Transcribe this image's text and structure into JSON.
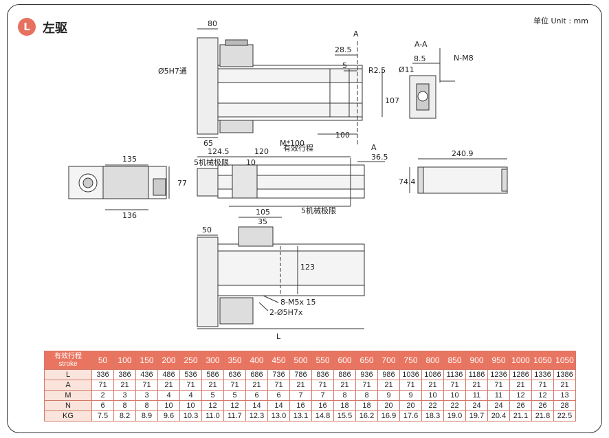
{
  "header": {
    "badge": "L",
    "title": "左驱",
    "unit": "单位 Unit : mm"
  },
  "drawing": {
    "top_view": {
      "dims": [
        "80",
        "28.5",
        "5",
        "R2.5",
        "Ø5H7通",
        "107",
        "100",
        "65",
        "M*100",
        "A",
        "A"
      ]
    },
    "section_view": {
      "title": "A-A",
      "dims": [
        "8.5",
        "Ø11",
        "N-M8"
      ]
    },
    "side_view": {
      "dims": [
        "124.5",
        "120",
        "有效行程",
        "5机械极限",
        "10",
        "36.5",
        "5机械极限"
      ]
    },
    "end_view": {
      "dims": [
        "135",
        "77",
        "136"
      ]
    },
    "right_side": {
      "dims": [
        "240.9",
        "74.4"
      ]
    },
    "bottom_view": {
      "dims": [
        "50",
        "105",
        "35",
        "123",
        "8-M5x 15",
        "2-Ø5H7x",
        "L"
      ]
    }
  },
  "table": {
    "header_label_1": "有效行程",
    "header_label_2": "stroke",
    "strokes": [
      "50",
      "100",
      "150",
      "200",
      "250",
      "300",
      "350",
      "400",
      "450",
      "500",
      "550",
      "600",
      "650",
      "700",
      "750",
      "800",
      "850",
      "900",
      "950",
      "1000",
      "1050",
      "1050"
    ],
    "rows": [
      {
        "label": "L",
        "values": [
          "336",
          "386",
          "436",
          "486",
          "536",
          "586",
          "636",
          "686",
          "736",
          "786",
          "836",
          "886",
          "936",
          "986",
          "1036",
          "1086",
          "1136",
          "1186",
          "1236",
          "1286",
          "1336",
          "1386"
        ]
      },
      {
        "label": "A",
        "values": [
          "71",
          "21",
          "71",
          "21",
          "71",
          "21",
          "71",
          "21",
          "71",
          "21",
          "71",
          "21",
          "71",
          "21",
          "71",
          "21",
          "71",
          "21",
          "71",
          "21",
          "71",
          "21"
        ]
      },
      {
        "label": "M",
        "values": [
          "2",
          "3",
          "3",
          "4",
          "4",
          "5",
          "5",
          "6",
          "6",
          "7",
          "7",
          "8",
          "8",
          "9",
          "9",
          "10",
          "10",
          "11",
          "11",
          "12",
          "12",
          "13"
        ]
      },
      {
        "label": "N",
        "values": [
          "6",
          "8",
          "8",
          "10",
          "10",
          "12",
          "12",
          "14",
          "14",
          "16",
          "16",
          "18",
          "18",
          "20",
          "20",
          "22",
          "22",
          "24",
          "24",
          "26",
          "26",
          "28"
        ]
      },
      {
        "label": "KG",
        "values": [
          "7.5",
          "8.2",
          "8.9",
          "9.6",
          "10.3",
          "11.0",
          "11.7",
          "12.3",
          "13.0",
          "13.1",
          "14.8",
          "15.5",
          "16.2",
          "16.9",
          "17.6",
          "18.3",
          "19.0",
          "19.7",
          "20.4",
          "21.1",
          "21.8",
          "22.5"
        ]
      }
    ]
  },
  "colors": {
    "accent": "#e8705f",
    "header_bg": "#e97561",
    "label_bg": "#fbe4dc",
    "line": "#333333"
  }
}
